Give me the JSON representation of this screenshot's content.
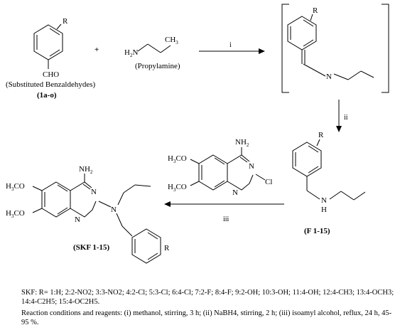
{
  "reactants": {
    "benzaldehyde": {
      "substituent": "R",
      "group": "CHO",
      "name": "(Substituted Benzaldehydes)",
      "code": "(1a-o)"
    },
    "plus": "+",
    "propylamine": {
      "formula_main": "H",
      "formula_sub": "2",
      "formula_n": "N",
      "methyl_main": "CH",
      "methyl_sub": "3",
      "name": "(Propylamine)"
    }
  },
  "intermediate": {
    "substituent": "R",
    "atom_n": "N"
  },
  "steps": {
    "i": "i",
    "ii": "ii",
    "iii": "iii"
  },
  "quinazoline": {
    "amine_main": "NH",
    "amine_sub": "2",
    "ring_n1": "N",
    "ring_n2": "N",
    "methoxy": "H3CO",
    "methoxy_label": "H",
    "methoxy_tail": "CO",
    "chloro": "Cl",
    "methoxy_top": "H3CO"
  },
  "amine_F": {
    "substituent": "R",
    "atom_nh": "N",
    "atom_h": "H",
    "code": "(F 1-15)"
  },
  "product": {
    "amine_main": "NH",
    "amine_sub": "2",
    "ring_n1": "N",
    "ring_n2": "N",
    "chain_n": "N",
    "methoxy_head": "H",
    "methoxy_sub": "3",
    "methoxy_tail": "CO",
    "substituent": "R",
    "code": "(SKF 1-15)"
  },
  "caption": {
    "skf_line": "SKF: R= 1:H; 2:2-NO2; 3:3-NO2; 4:2-Cl; 5:3-Cl; 6:4-Cl; 7:2-F; 8:4-F; 9:2-OH; 10:3-OH; 11:4-OH; 12:4-CH3; 13:4-OCH3; 14:4-C2H5; 15:4-OC2H5.",
    "conditions_line": "Reaction conditions and reagents: (i) methanol, stirring, 3 h; (ii) NaBH4, stirring, 2 h; (iii) isoamyl alcohol, reflux, 24 h, 45-95 %."
  }
}
